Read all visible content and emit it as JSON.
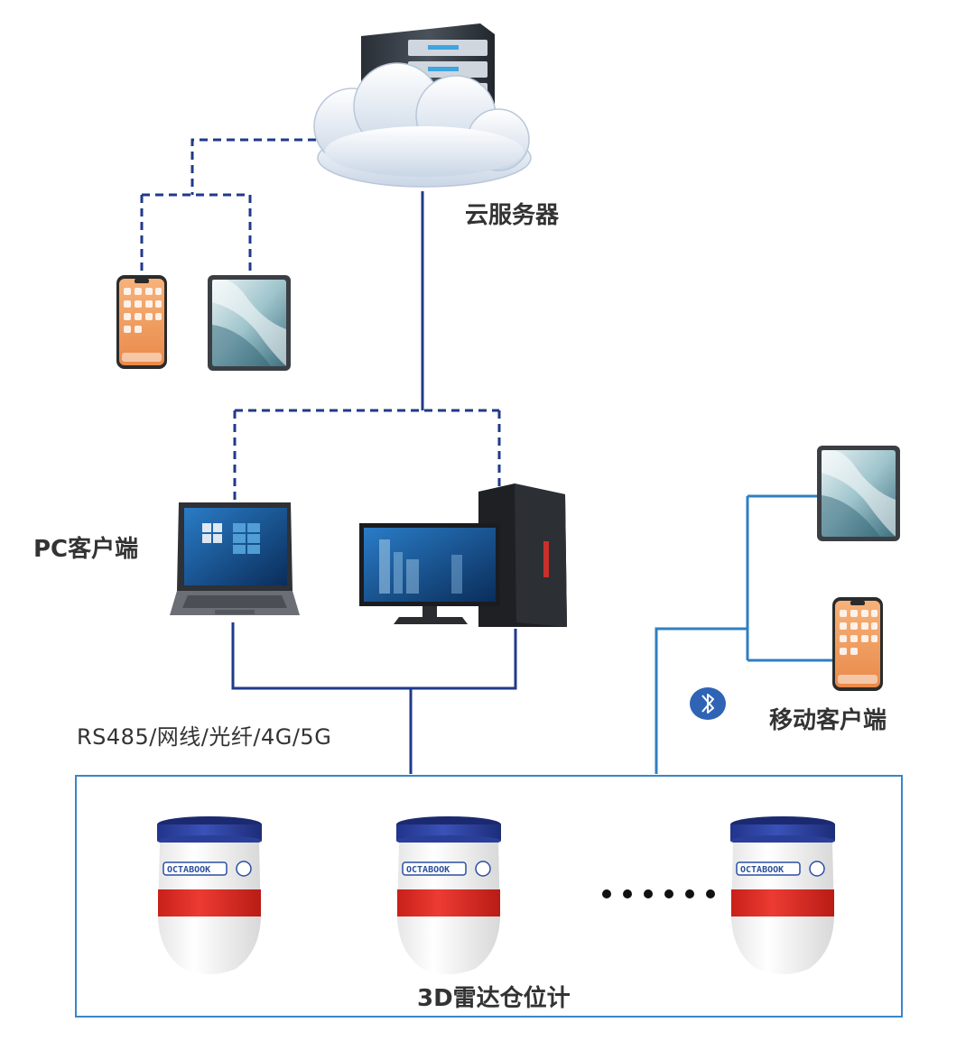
{
  "labels": {
    "cloud_server": "云服务器",
    "pc_client": "PC客户端",
    "mobile_client": "移动客户端",
    "connection_types": "RS485/网线/光纤/4G/5G",
    "radar_meter": "3D雷达仓位计",
    "ellipsis": "••••••"
  },
  "colors": {
    "link": "#1f3a8a",
    "mobile_link": "#2f7fc1",
    "frame": "#3a86c8",
    "radar_band": "#e8322b",
    "radar_cap": "#2b3f9e"
  },
  "icons": {
    "server": "server-icon",
    "cloud": "cloud-icon",
    "phone": "smartphone-icon",
    "tablet": "tablet-icon",
    "laptop": "laptop-icon",
    "desktop": "desktop-computer-icon",
    "bluetooth": "bluetooth-icon",
    "radar": "radar-level-meter-icon"
  }
}
